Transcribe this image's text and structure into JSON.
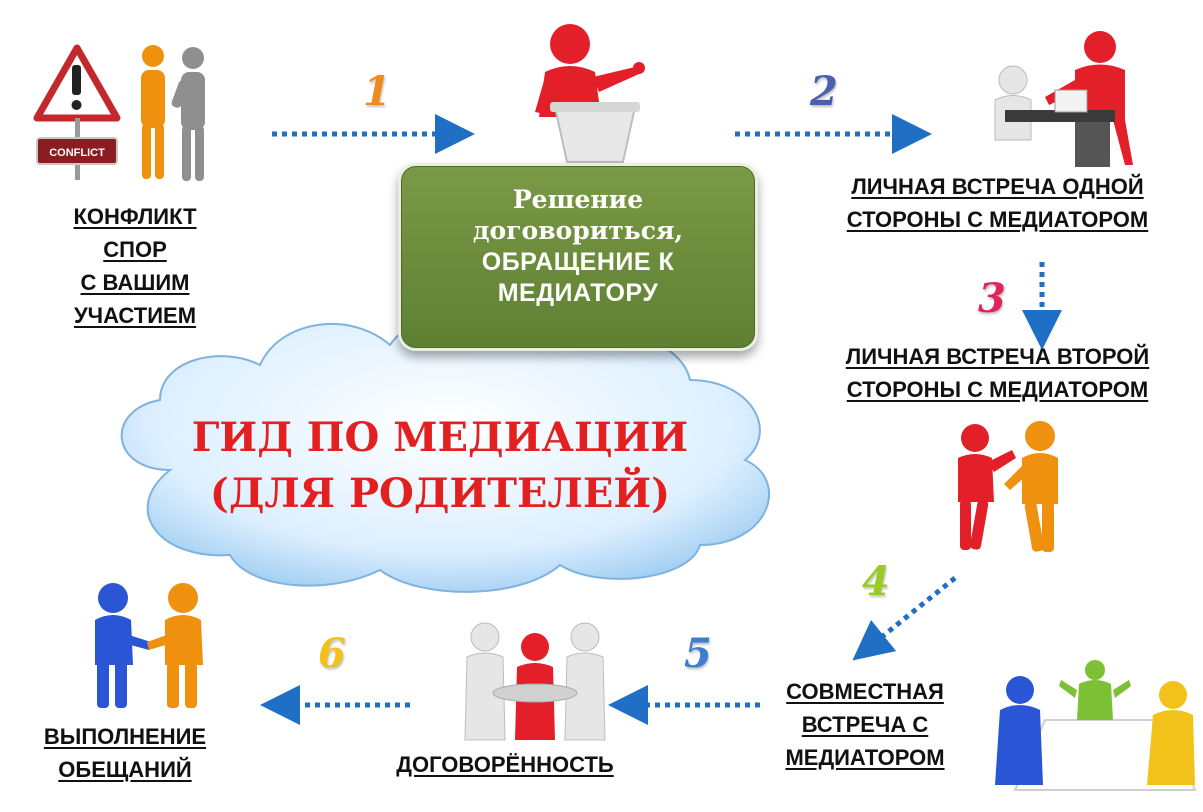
{
  "steps": {
    "n1": "1",
    "n2": "2",
    "n3": "3",
    "n4": "4",
    "n5": "5",
    "n6": "6"
  },
  "conflict": {
    "sign_text": "CONFLICT",
    "lines": [
      "КОНФЛИКТ",
      "СПОР",
      "С ВАШИМ",
      "УЧАСТИЕМ"
    ]
  },
  "decision": {
    "line1": "Решение",
    "line2": "договориться,",
    "line3": "ОБРАЩЕНИЕ К",
    "line4": "МЕДИАТОРУ"
  },
  "meeting_one": {
    "lines": [
      "ЛИЧНАЯ ВСТРЕЧА ОДНОЙ",
      "СТОРОНЫ С МЕДИАТОРОМ"
    ]
  },
  "meeting_two": {
    "lines": [
      "ЛИЧНАЯ ВСТРЕЧА ВТОРОЙ",
      "СТОРОНЫ С МЕДИАТОРОМ"
    ]
  },
  "joint_meeting": {
    "lines": [
      "СОВМЕСТНАЯ",
      "ВСТРЕЧА С",
      "МЕДИАТОРОМ"
    ]
  },
  "agreement": {
    "label": "ДОГОВОРЁННОСТЬ"
  },
  "fulfilment": {
    "lines": [
      "ВЫПОЛНЕНИЕ",
      "ОБЕЩАНИЙ"
    ]
  },
  "cloud": {
    "line1": "ГИД ПО МЕДИАЦИИ",
    "line2": "(ДЛЯ РОДИТЕЛЕЙ)"
  },
  "colors": {
    "arrow": "#1f6fc4",
    "figure_red": "#e3202a",
    "figure_orange": "#f0900f",
    "figure_blue": "#2a56d6",
    "figure_white": "#e6e6e6",
    "figure_green": "#7cc035",
    "figure_yellow": "#f2c21a",
    "box_green": "#6b8a3c",
    "title_red": "#e31f1f",
    "cloud_blue": "#a9d4f2"
  }
}
